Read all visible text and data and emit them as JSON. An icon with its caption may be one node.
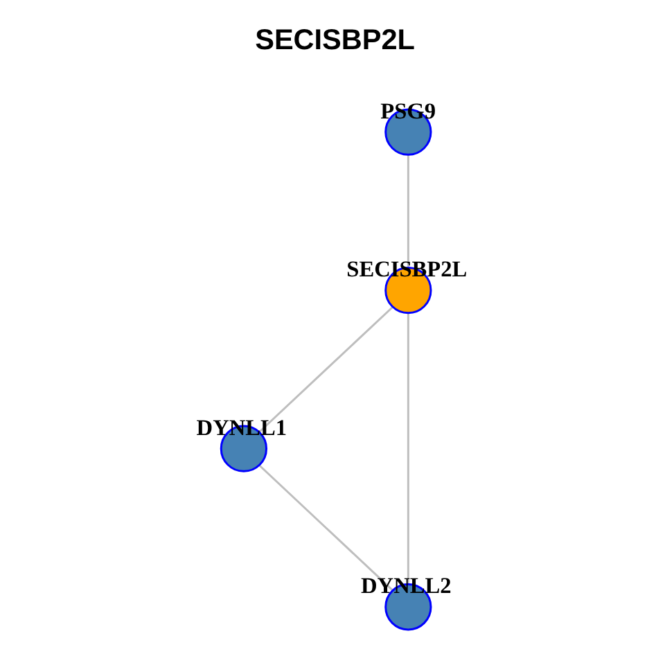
{
  "diagram": {
    "title": "SECISBP2L",
    "nodes": [
      {
        "text": [
          "PSG9"
        ]
      },
      {
        "text": [
          "SECISBP2L"
        ]
      },
      {
        "text": [
          "DYNLL1"
        ]
      },
      {
        "text": [
          "DYNLL2"
        ]
      }
    ],
    "edges": [
      {
        "from": 0,
        "to": 1,
        "arrow": "none"
      },
      {
        "from": 1,
        "to": 2,
        "arrow": "none"
      },
      {
        "from": 1,
        "to": 3,
        "arrow": "none"
      },
      {
        "from": 2,
        "to": 3,
        "arrow": "none"
      }
    ]
  }
}
